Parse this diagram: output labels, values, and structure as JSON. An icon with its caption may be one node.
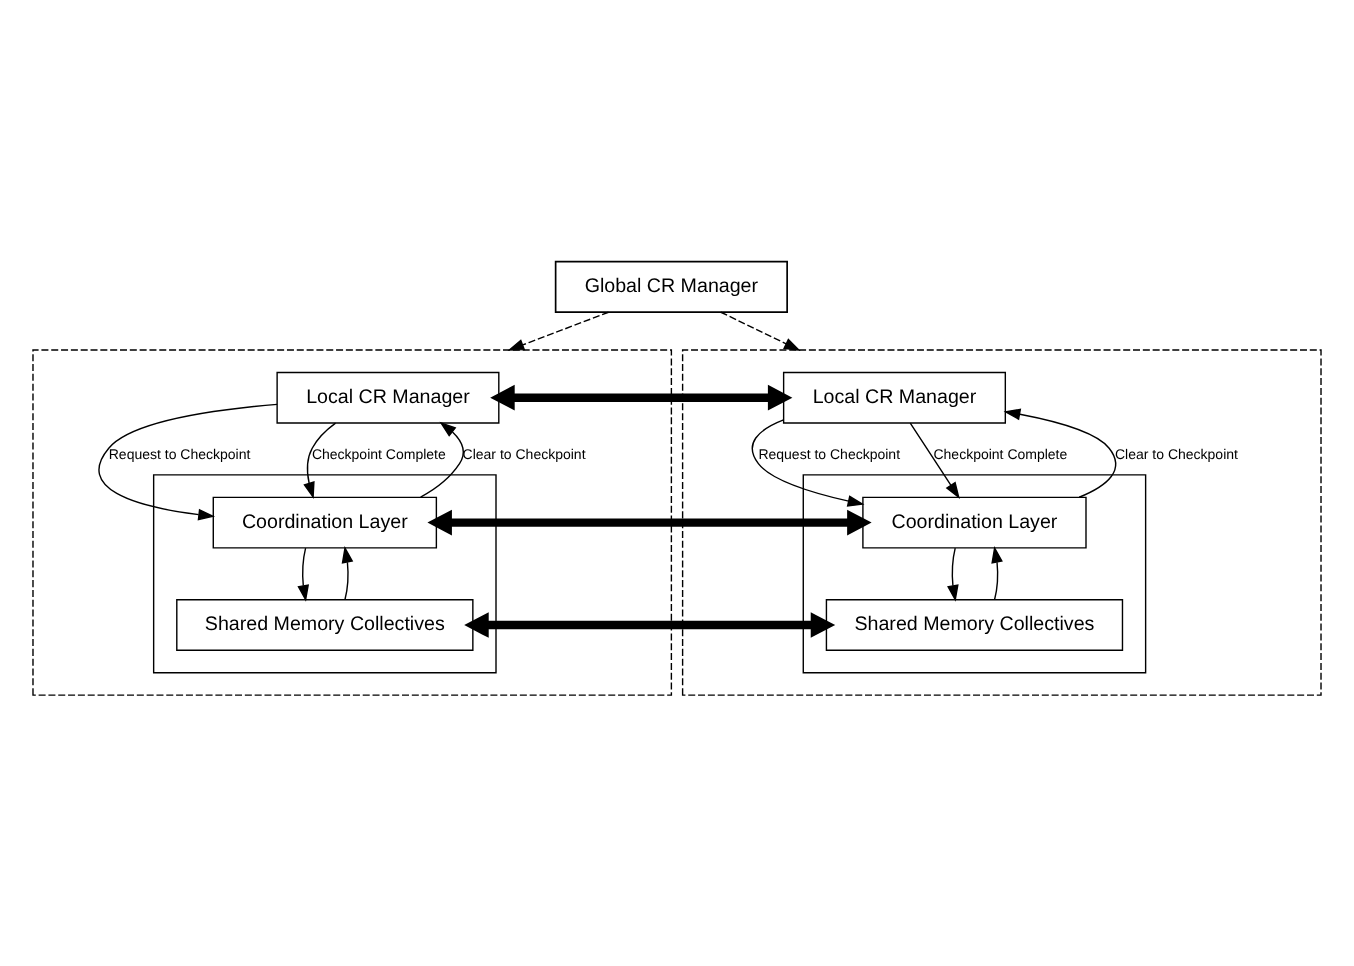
{
  "diagram": {
    "nodes": [
      {
        "text": [
          "Global CR Manager"
        ]
      },
      {
        "text": [],
        "shape": "box"
      },
      {
        "text": [
          "Local CR Manager"
        ],
        "in": 1
      },
      {
        "text": [],
        "shape": "box",
        "in": 1
      },
      {
        "text": [
          "Coordination Layer"
        ],
        "in": 3
      },
      {
        "text": [
          "Shared Memory Collectives"
        ],
        "in": 3
      },
      {
        "text": [],
        "shape": "box"
      },
      {
        "text": [
          "Local CR Manager"
        ],
        "in": 6
      },
      {
        "text": [],
        "shape": "box",
        "in": 6
      },
      {
        "text": [
          "Coordination Layer"
        ],
        "in": 8
      },
      {
        "text": [
          "Shared Memory Collectives"
        ],
        "in": 8
      }
    ],
    "edges": [
      {
        "from": 0,
        "to": 1,
        "arrow": "to",
        "style": "dashed"
      },
      {
        "from": 0,
        "to": 6,
        "arrow": "to",
        "style": "dashed"
      },
      {
        "from": 2,
        "to": 7,
        "arrow": "both",
        "style": "thick"
      },
      {
        "from": 2,
        "to": 4,
        "arrow": "to",
        "label": "Request to Checkpoint"
      },
      {
        "from": 4,
        "to": 2,
        "arrow": "to",
        "label": "Clear to Checkpoint"
      },
      {
        "from": 2,
        "to": 4,
        "arrow": "to",
        "label": "Checkpoint Complete"
      },
      {
        "from": 7,
        "to": 9,
        "arrow": "to",
        "label": "Request to Checkpoint"
      },
      {
        "from": 9,
        "to": 7,
        "arrow": "to",
        "label": "Clear to Checkpoint"
      },
      {
        "from": 7,
        "to": 9,
        "arrow": "to",
        "label": "Checkpoint Complete"
      },
      {
        "from": 4,
        "to": 9,
        "arrow": "both",
        "style": "thick"
      },
      {
        "from": 4,
        "to": 5,
        "arrow": "to"
      },
      {
        "from": 5,
        "to": 4,
        "arrow": "to"
      },
      {
        "from": 9,
        "to": 10,
        "arrow": "to"
      },
      {
        "from": 10,
        "to": 9,
        "arrow": "to"
      },
      {
        "from": 5,
        "to": 10,
        "arrow": "both",
        "style": "thick"
      }
    ]
  }
}
